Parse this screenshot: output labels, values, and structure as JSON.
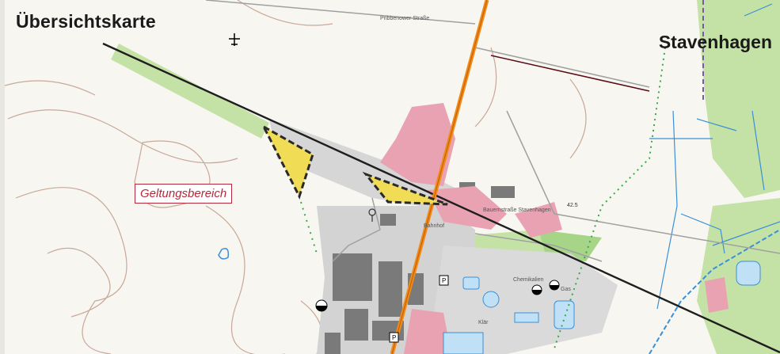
{
  "map": {
    "title": "Übersichtskarte",
    "place_name": "Stavenhagen",
    "area_label": "Geltungsbereich",
    "elevation_marker": "42.5",
    "street_label": "Pribbenower Straße",
    "station_label": "Bahnhof",
    "sewage_label": "Klär",
    "gas_label": "Gas",
    "chemicals_label": "Chemikalien",
    "square_label": "Bauernstraße Stavenhagen",
    "parking_symbol": "P",
    "colors": {
      "settlement": "#e8a2b2",
      "industrial": "#c9c9c9",
      "forest": "#c5e2a6",
      "railway": "#1e1e1e",
      "main_road": "#f08a18",
      "boundary_fill": "#f1dc55",
      "water": "#3b8fd6",
      "contour": "#c8a898",
      "area_label": "#b22a3a"
    },
    "icons": [
      "airfield-icon",
      "tank-icon",
      "parking-icon"
    ]
  }
}
